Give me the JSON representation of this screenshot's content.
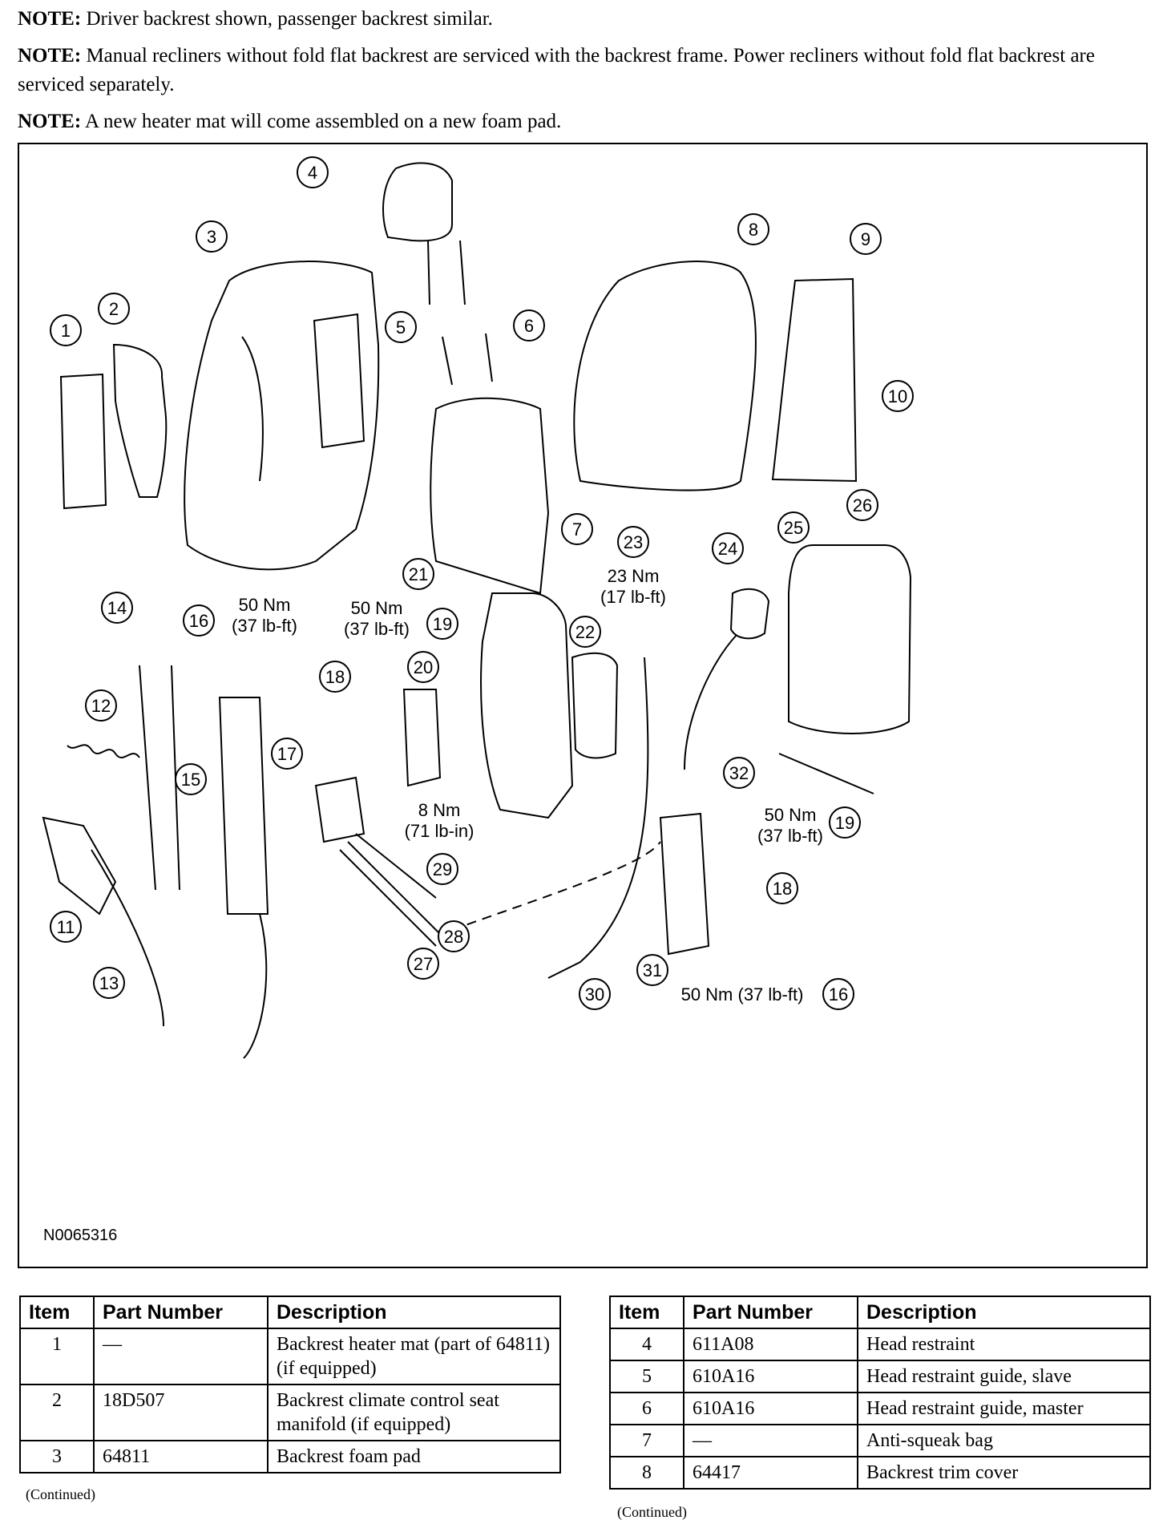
{
  "notes": [
    {
      "label": "NOTE:",
      "text": " Driver backrest shown, passenger backrest similar."
    },
    {
      "label": "NOTE:",
      "text": " Manual recliners without fold flat backrest are serviced with the backrest frame. Power recliners without fold flat backrest are serviced separately."
    },
    {
      "label": "NOTE:",
      "text": " A new heater mat will come assembled on a new foam pad."
    }
  ],
  "figure": {
    "id": "N0065316",
    "callouts": [
      "1",
      "2",
      "3",
      "4",
      "5",
      "6",
      "7",
      "8",
      "9",
      "10",
      "11",
      "12",
      "13",
      "14",
      "15",
      "16",
      "17",
      "18",
      "19",
      "20",
      "21",
      "22",
      "23",
      "24",
      "25",
      "26",
      "27",
      "28",
      "29",
      "30",
      "31",
      "32",
      "19",
      "18",
      "16"
    ],
    "torques": {
      "t16a_nm": "50 Nm",
      "t16a_lb": "(37 lb-ft)",
      "t19a_nm": "50 Nm",
      "t19a_lb": "(37 lb-ft)",
      "t23_nm": "23 Nm",
      "t23_lb": "(17 lb-ft)",
      "t29_nm": "8 Nm",
      "t29_lb": "(71 lb-in)",
      "t19b_nm": "50 Nm",
      "t19b_lb": "(37 lb-ft)",
      "t16b": "50 Nm (37 lb-ft)"
    }
  },
  "table_left": {
    "headers": [
      "Item",
      "Part Number",
      "Description"
    ],
    "rows": [
      [
        "1",
        "—",
        "Backrest heater mat (part of 64811) (if equipped)"
      ],
      [
        "2",
        "18D507",
        "Backrest climate control seat manifold (if equipped)"
      ],
      [
        "3",
        "64811",
        "Backrest foam pad"
      ]
    ],
    "continued": "(Continued)"
  },
  "table_right": {
    "headers": [
      "Item",
      "Part Number",
      "Description"
    ],
    "rows": [
      [
        "4",
        "611A08",
        "Head restraint"
      ],
      [
        "5",
        "610A16",
        "Head restraint guide, slave"
      ],
      [
        "6",
        "610A16",
        "Head restraint guide, master"
      ],
      [
        "7",
        "—",
        "Anti-squeak bag"
      ],
      [
        "8",
        "64417",
        "Backrest trim cover"
      ]
    ],
    "continued": "(Continued)"
  }
}
